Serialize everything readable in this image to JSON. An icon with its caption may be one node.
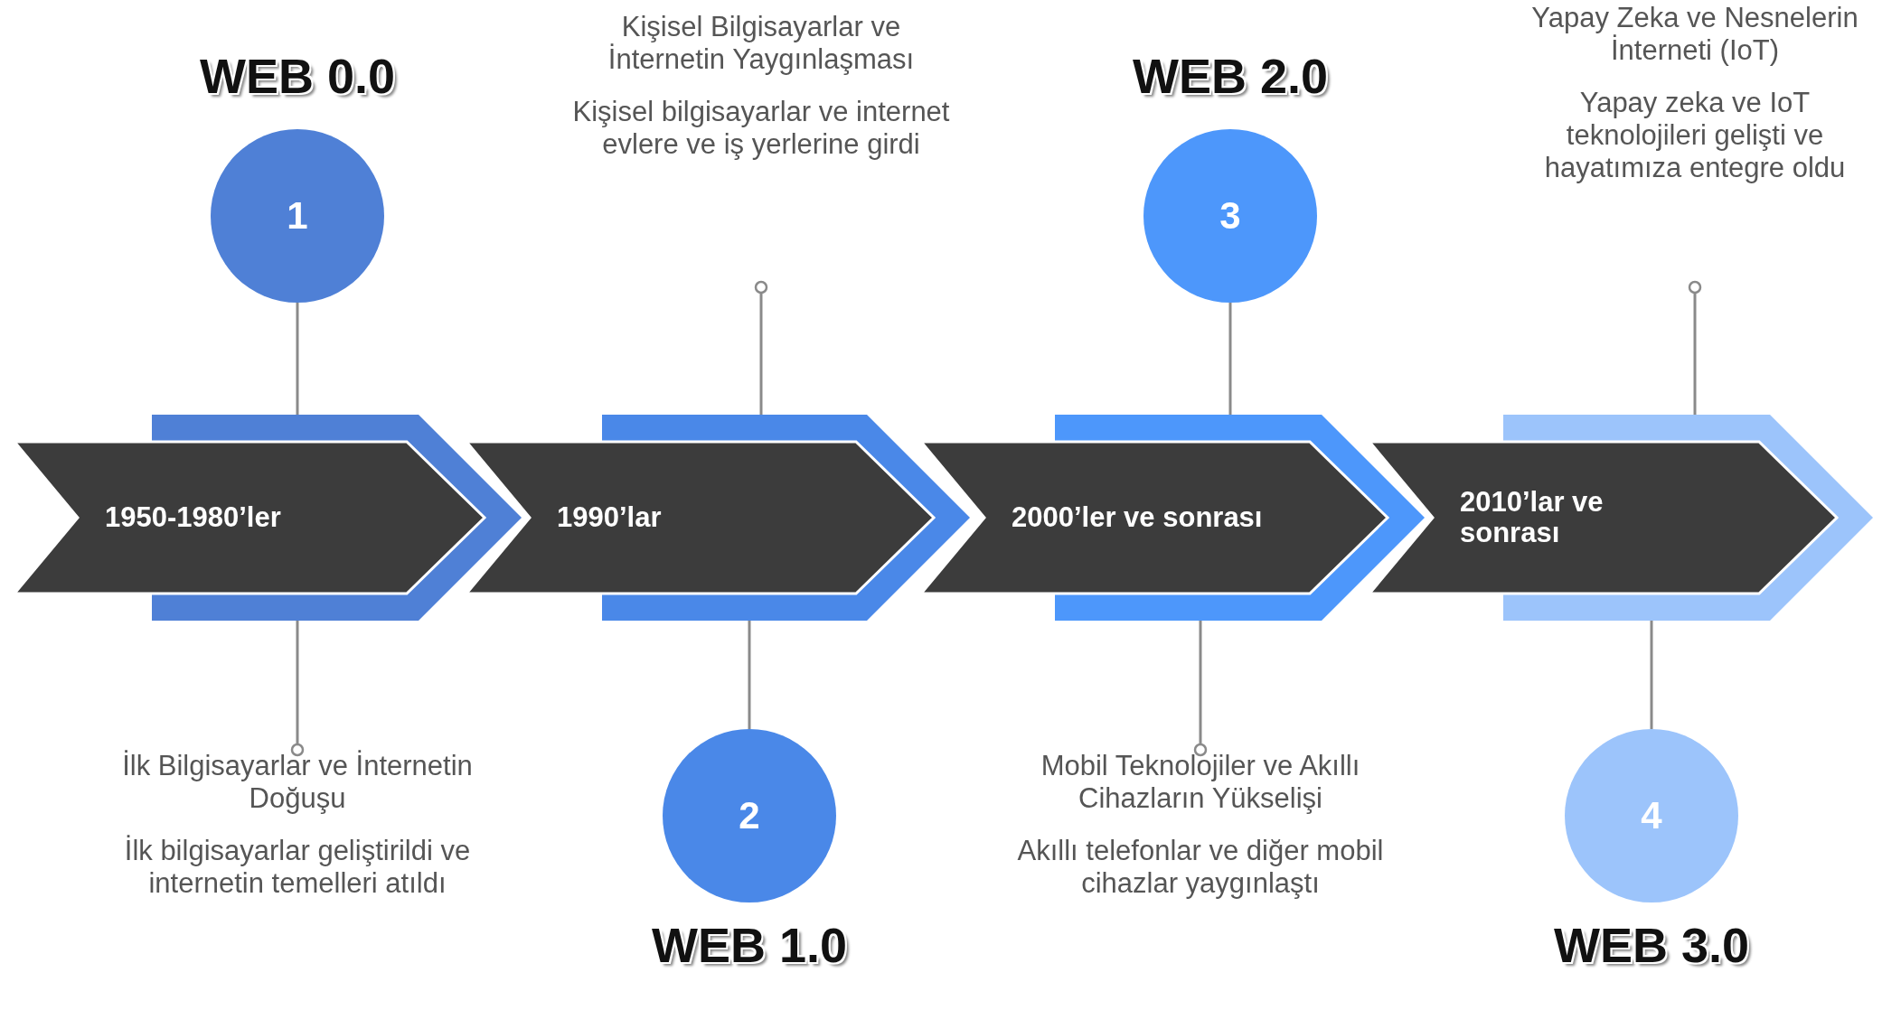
{
  "diagram": {
    "nodes": [
      {
        "text": [
          "1"
        ],
        "beside": [
          "WEB 0.0"
        ]
      },
      {
        "text": [
          "1950-1980’ler"
        ]
      },
      {
        "text": [
          "İlk Bilgisayarlar ve İnternetin Doğuşu",
          "İlk bilgisayarlar geliştirildi ve internetin temelleri atıldı"
        ]
      },
      {
        "text": [
          "Kişisel Bilgisayarlar ve İnternetin Yaygınlaşması",
          "Kişisel bilgisayarlar ve internet evlere ve iş yerlerine girdi"
        ]
      },
      {
        "text": [
          "1990’lar"
        ]
      },
      {
        "text": [
          "2"
        ],
        "beside": [
          "WEB 1.0"
        ]
      },
      {
        "text": [
          "3"
        ],
        "beside": [
          "WEB 2.0"
        ]
      },
      {
        "text": [
          "2000’ler ve sonrası"
        ]
      },
      {
        "text": [
          "Mobil Teknolojiler ve Akıllı Cihazların Yükselişi",
          "Akıllı telefonlar ve diğer mobil cihazlar yaygınlaştı"
        ]
      },
      {
        "text": [
          "Yapay Zeka ve Nesnelerin İnterneti (IoT)",
          "Yapay zeka ve IoT teknolojileri gelişti ve hayatımıza entegre oldu"
        ]
      },
      {
        "text": [
          "2010’lar ve sonrası"
        ]
      },
      {
        "text": [
          "4"
        ],
        "beside": [
          "WEB 3.0"
        ]
      }
    ],
    "edges": [
      {
        "from": 0,
        "to": 1,
        "arrow": "none"
      },
      {
        "from": 1,
        "to": 2,
        "arrow": "other"
      },
      {
        "from": 4,
        "to": 3,
        "arrow": "other"
      },
      {
        "from": 4,
        "to": 5,
        "arrow": "none"
      },
      {
        "from": 6,
        "to": 7,
        "arrow": "none"
      },
      {
        "from": 7,
        "to": 8,
        "arrow": "other"
      },
      {
        "from": 10,
        "to": 9,
        "arrow": "other"
      },
      {
        "from": 10,
        "to": 11,
        "arrow": "none"
      }
    ]
  }
}
